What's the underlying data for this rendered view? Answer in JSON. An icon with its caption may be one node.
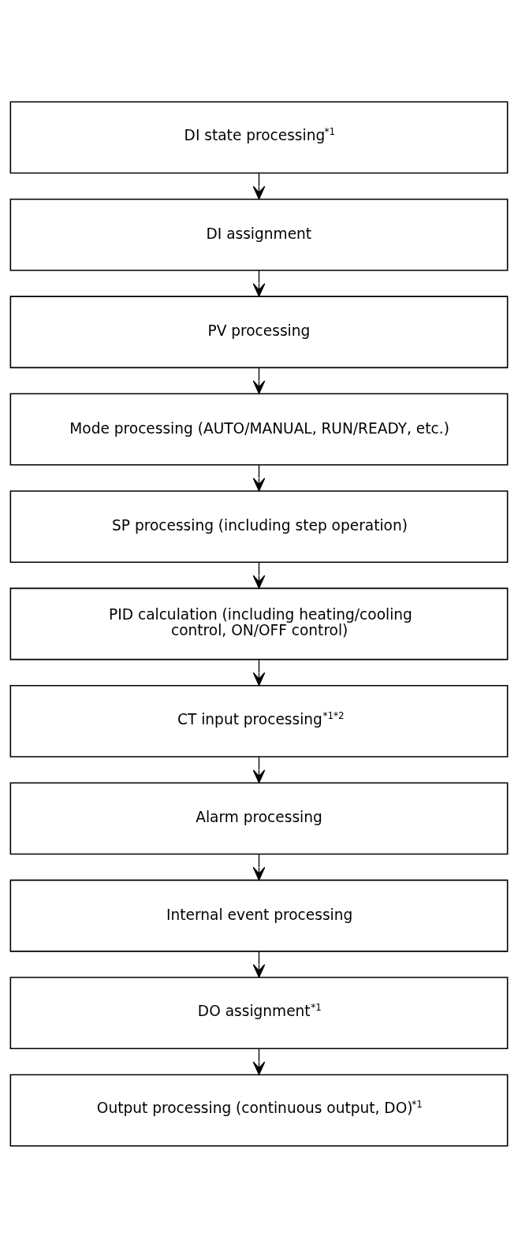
{
  "diagram": {
    "nodes": [
      {
        "text": [
          "DI state processing$^{*1}$"
        ]
      },
      {
        "text": [
          "DI assignment"
        ]
      },
      {
        "text": [
          "PV processing"
        ]
      },
      {
        "text": [
          "Mode processing (AUTO/MANUAL, RUN/READY, etc.)"
        ]
      },
      {
        "text": [
          "SP processing (including step operation)"
        ]
      },
      {
        "text": [
          "PID calculation (including heating/cooling control, ON/OFF control)"
        ]
      },
      {
        "text": [
          "CT input processing$^{*1*2}$"
        ]
      },
      {
        "text": [
          "Alarm processing"
        ]
      },
      {
        "text": [
          "Internal event processing"
        ]
      },
      {
        "text": [
          "DO assignment$^{*1}$"
        ]
      },
      {
        "text": [
          "Output processing (continuous output, DO)$^{*1}$"
        ]
      }
    ],
    "edges": [
      {
        "from": 0,
        "to": 1,
        "arrow": "to"
      },
      {
        "from": 1,
        "to": 2,
        "arrow": "to"
      },
      {
        "from": 2,
        "to": 3,
        "arrow": "to"
      },
      {
        "from": 3,
        "to": 4,
        "arrow": "to"
      },
      {
        "from": 4,
        "to": 5,
        "arrow": "to"
      },
      {
        "from": 5,
        "to": 6,
        "arrow": "to"
      },
      {
        "from": 6,
        "to": 7,
        "arrow": "to"
      },
      {
        "from": 7,
        "to": 8,
        "arrow": "to"
      },
      {
        "from": 8,
        "to": 9,
        "arrow": "to"
      },
      {
        "from": 9,
        "to": 10,
        "arrow": "to"
      }
    ]
  }
}
